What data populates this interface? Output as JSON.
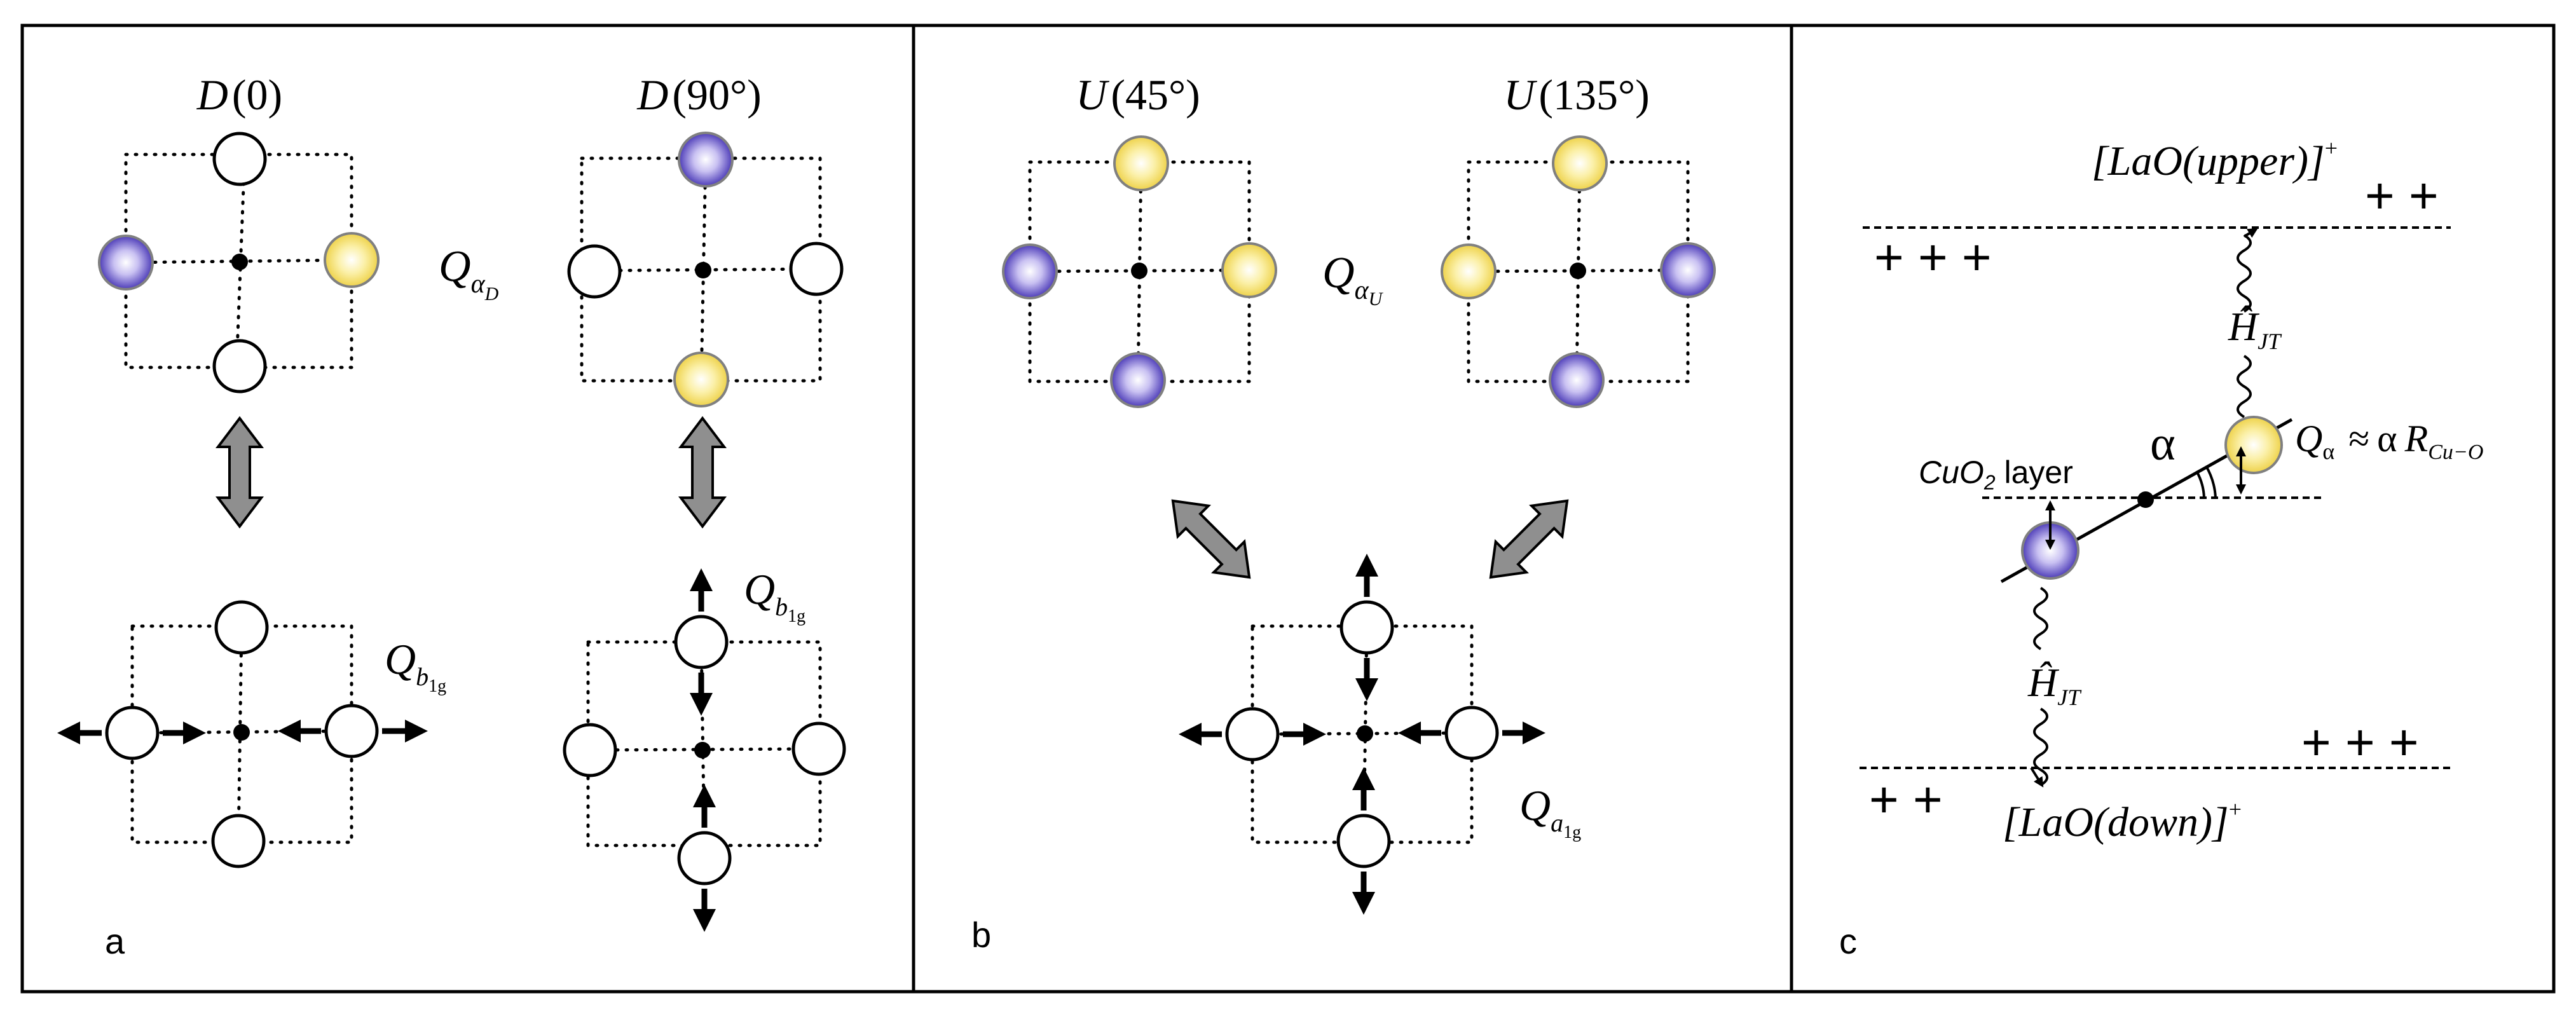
{
  "colors": {
    "blue_ball": "#6b5fcc",
    "yellow_ball": "#f6e27a",
    "arrow_gray": "#8f8f8f",
    "line": "#000000"
  },
  "panel_a": {
    "label": "a",
    "config_left": {
      "sym": "D",
      "arg": "(0)"
    },
    "config_right": {
      "sym": "D",
      "arg": "(90°)"
    },
    "mode_label": {
      "sym": "Q",
      "sub": "α",
      "subsub": "D"
    },
    "mode_b1g_left": {
      "sym": "Q",
      "sub": "b",
      "subsub": "1g"
    },
    "mode_b1g_right": {
      "sym": "Q",
      "sub": "b",
      "subsub": "1g"
    }
  },
  "panel_b": {
    "label": "b",
    "config_left": {
      "sym": "U",
      "arg": "(45°)"
    },
    "config_right": {
      "sym": "U",
      "arg": "(135°)"
    },
    "mode_label": {
      "sym": "Q",
      "sub": "α",
      "subsub": "U"
    },
    "mode_a1g": {
      "sym": "Q",
      "sub": "a",
      "subsub": "1g"
    }
  },
  "panel_c": {
    "label": "c",
    "upper_layer": {
      "text": "[LaO(upper)]",
      "sup": "+"
    },
    "lower_layer": {
      "text": "[LaO(down)]",
      "sup": "+"
    },
    "upper_charges_right": "+ +",
    "upper_charges_left": "+ + +",
    "lower_charges_right": "+ + +",
    "lower_charges_left": "+ +",
    "hjt_upper": {
      "sym": "Ĥ",
      "sub": "JT"
    },
    "hjt_lower": {
      "sym": "Ĥ",
      "sub": "JT"
    },
    "angle_label": "α",
    "cuo2_label": {
      "prefix": "CuO",
      "sub": "2",
      "suffix": " layer"
    },
    "relation": {
      "lhs": "Q",
      "lhs_sub": "α",
      "approx": "≈",
      "mid": "α",
      "rhs": "R",
      "rhs_sub": "Cu−O"
    }
  }
}
